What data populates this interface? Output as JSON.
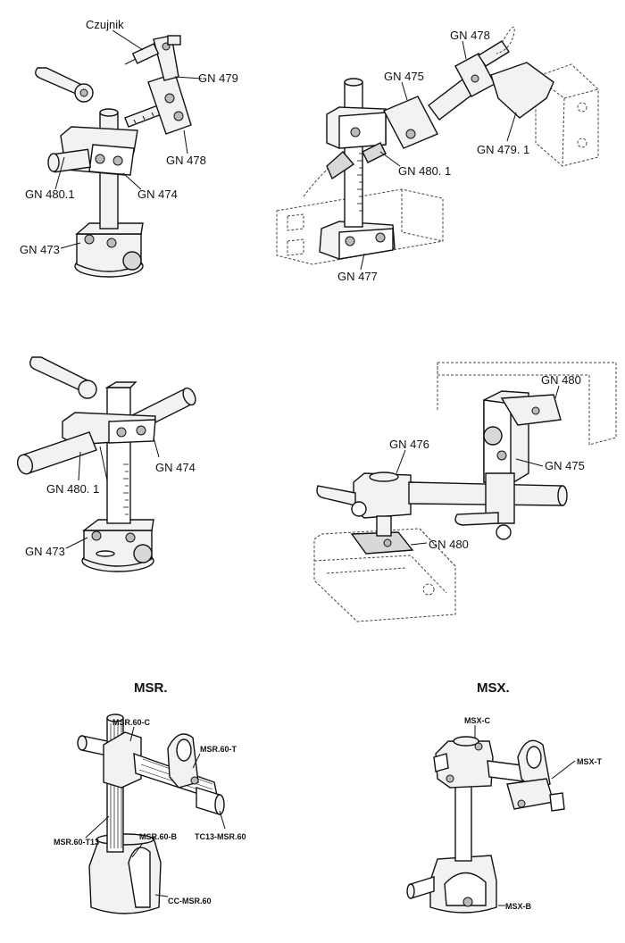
{
  "panel1": {
    "labels": {
      "sensor": "Czujnik",
      "gn479": "GN 479",
      "gn478": "GN 478",
      "gn4801": "GN 480.1",
      "gn474": "GN 474",
      "gn473": "GN 473"
    }
  },
  "panel2": {
    "labels": {
      "gn478": "GN 478",
      "gn475": "GN 475",
      "gn4801": "GN 480. 1",
      "gn4791": "GN 479. 1",
      "gn477": "GN 477"
    }
  },
  "panel3": {
    "labels": {
      "gn4801": "GN 480. 1",
      "gn474": "GN 474",
      "gn473": "GN 473"
    }
  },
  "panel4": {
    "labels": {
      "gn480_top": "GN 480",
      "gn476": "GN 476",
      "gn475": "GN 475",
      "gn480_bottom": "GN 480"
    }
  },
  "panel5": {
    "title": "MSR.",
    "labels": {
      "c": "MSR.60-C",
      "t": "MSR.60-T",
      "t13": "MSR.60-T13",
      "b": "MSR.60-B",
      "tc13": "TC13-MSR.60",
      "cc": "CC-MSR.60"
    }
  },
  "panel6": {
    "title": "MSX.",
    "labels": {
      "c": "MSX-C",
      "t": "MSX-T",
      "b": "MSX-B"
    }
  }
}
